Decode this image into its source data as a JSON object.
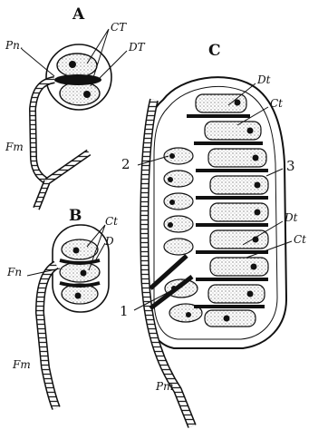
{
  "figure": {
    "panels": {
      "a": {
        "letter": "A",
        "labels": {
          "pn": "Pn.",
          "ct": "CT",
          "dt": "DT",
          "fm": "Fm"
        }
      },
      "b": {
        "letter": "B",
        "labels": {
          "ct": "Ct",
          "d": "D",
          "fn": "Fn",
          "fm": "Fm"
        }
      },
      "c": {
        "letter": "C",
        "labels": {
          "dt_top": "Dt",
          "ct_top": "Ct",
          "num_2": "2",
          "num_3": "3",
          "dt_mid": "Dt",
          "ct_mid": "Ct",
          "num_1": "1",
          "pm": "Pm"
        }
      }
    },
    "colors": {
      "ink": "#111111",
      "paper": "#ffffff",
      "stipple": "#cfcfcf"
    }
  }
}
